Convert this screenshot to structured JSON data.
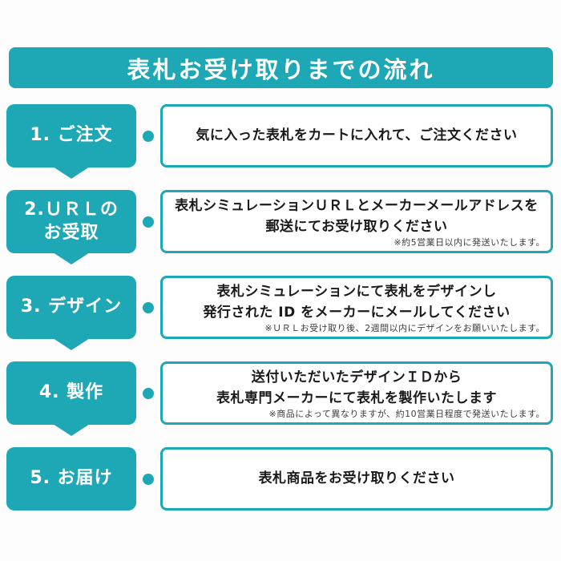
{
  "title": "表札お受け取りまでの流れ",
  "colors": {
    "teal": "#1EA7B5",
    "text": "#1a1a1a",
    "note_text": "#3c3c3c",
    "background": "#fdfdfd",
    "title_text": "#ffffff"
  },
  "steps": [
    {
      "label": "1. ご注文",
      "body": "気に入った表札をカートに入れて、ご注文ください",
      "note": ""
    },
    {
      "label": "2.ＵＲＬの\nお受取",
      "body": "表札シミュレーションＵＲＬとメーカーメールアドレスを\n郵送にてお受け取りください",
      "note": "※約5営業日以内に発送いたします。"
    },
    {
      "label": "3. デザイン",
      "body": "表札シミュレーションにて表札をデザインし\n発行された ID をメーカーにメールしてください",
      "note": "※ＵＲＬお受け取り後、2週間以内にデザインをお願いいたします。"
    },
    {
      "label": "4. 製作",
      "body": "送付いただいたデザインＩＤから\n表札専門メーカーにて表札を製作いたします",
      "note": "※商品によって異なりますが、約10営業日程度で発送いたします。"
    },
    {
      "label": "5. お届け",
      "body": "表札商品をお受け取りください",
      "note": ""
    }
  ]
}
